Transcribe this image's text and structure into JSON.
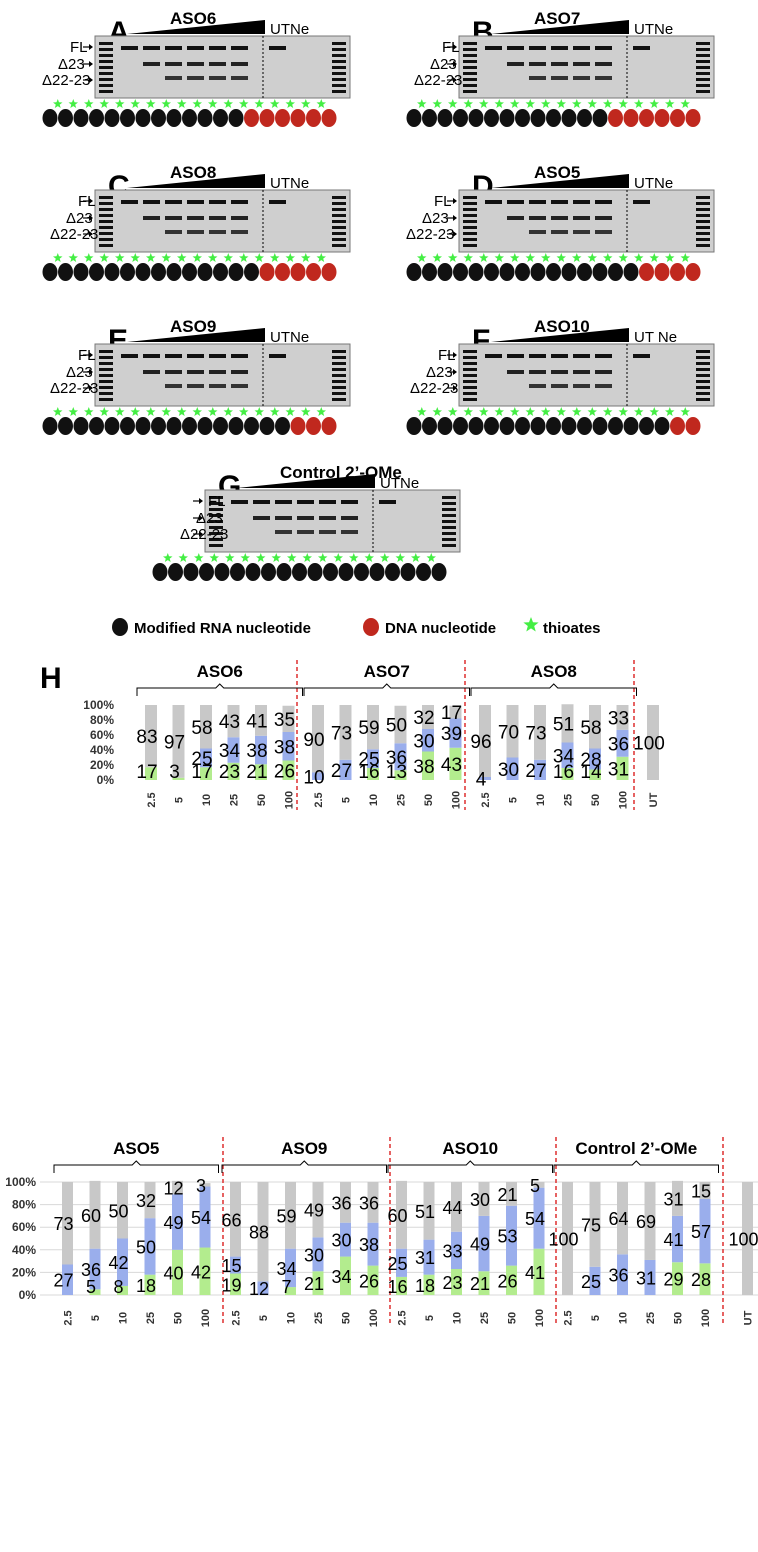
{
  "gel_panels": [
    {
      "letter": "A",
      "aso": "ASO6",
      "lane_labels": "UTNe",
      "n_dark": 13,
      "n_red": 6
    },
    {
      "letter": "B",
      "aso": "ASO7",
      "lane_labels": "UTNe",
      "n_dark": 13,
      "n_red": 6
    },
    {
      "letter": "C",
      "aso": "ASO8",
      "lane_labels": "UTNe",
      "n_dark": 14,
      "n_red": 5
    },
    {
      "letter": "D",
      "aso": "ASO5",
      "lane_labels": "UTNe",
      "n_dark": 15,
      "n_red": 4
    },
    {
      "letter": "E",
      "aso": "ASO9",
      "lane_labels": "UTNe",
      "n_dark": 16,
      "n_red": 3
    },
    {
      "letter": "F",
      "aso": "ASO10",
      "lane_labels": "UT Ne",
      "n_dark": 17,
      "n_red": 2
    },
    {
      "letter": "G",
      "aso": "Control 2’-OMe",
      "lane_labels": "UTNe",
      "n_dark": 19,
      "n_red": 0
    }
  ],
  "band_labels": {
    "fl": "FL",
    "d23": "Δ23",
    "d2223": "Δ22-23"
  },
  "legend": {
    "modified": "Modified RNA nucleotide",
    "dna": "DNA nucleotide",
    "thioates": "thioates",
    "colors": {
      "modified": "#111111",
      "dna": "#c0281e",
      "thioate": "#44ee44"
    }
  },
  "panel_h_letter": "H",
  "chart_data": [
    {
      "type": "bar",
      "stacked": true,
      "y_ticks": [
        "0%",
        "20%",
        "40%",
        "60%",
        "80%",
        "100%"
      ],
      "ylim": [
        0,
        100
      ],
      "grid": false,
      "series_colors": {
        "green": "#b3ec8e",
        "blue": "#9aaeec",
        "gray": "#c8c8c8"
      },
      "groups": [
        {
          "name": "ASO6",
          "categories": [
            "2.5",
            "5",
            "10",
            "25",
            "50",
            "100"
          ],
          "green": [
            17,
            3,
            17,
            23,
            21,
            26
          ],
          "blue": [
            0,
            0,
            25,
            34,
            38,
            38
          ],
          "gray": [
            83,
            97,
            58,
            43,
            41,
            35
          ],
          "labels_green": [
            "17",
            "3",
            "17",
            "23",
            "21",
            "26"
          ],
          "labels_blue": [
            "",
            "",
            "25",
            "34",
            "38",
            "38"
          ],
          "labels_gray": [
            "83",
            "97",
            "58",
            "43",
            "41",
            "35"
          ]
        },
        {
          "name": "ASO7",
          "categories": [
            "2.5",
            "5",
            "10",
            "25",
            "50",
            "100"
          ],
          "green": [
            0,
            0,
            16,
            13,
            38,
            43
          ],
          "blue": [
            10,
            27,
            25,
            36,
            30,
            39
          ],
          "gray": [
            90,
            73,
            59,
            50,
            32,
            17
          ],
          "labels_green": [
            "",
            "",
            "16",
            "13",
            "38",
            "43"
          ],
          "labels_blue": [
            "10",
            "27",
            "25",
            "36",
            "30",
            "39"
          ],
          "labels_gray": [
            "90",
            "73",
            "59",
            "50",
            "32",
            "17"
          ]
        },
        {
          "name": "ASO8",
          "categories": [
            "2.5",
            "5",
            "10",
            "25",
            "50",
            "100"
          ],
          "green": [
            0,
            0,
            0,
            16,
            14,
            31
          ],
          "blue": [
            4,
            30,
            27,
            34,
            28,
            36
          ],
          "gray": [
            96,
            70,
            73,
            51,
            58,
            33
          ],
          "labels_green": [
            "",
            "",
            "",
            "16",
            "14",
            "31"
          ],
          "labels_blue": [
            "4",
            "30",
            "27",
            "34",
            "28",
            "36"
          ],
          "labels_gray": [
            "96",
            "70",
            "73",
            "51",
            "58",
            "33"
          ]
        },
        {
          "name": "",
          "categories": [
            "UT"
          ],
          "green": [
            0
          ],
          "blue": [
            0
          ],
          "gray": [
            100
          ],
          "labels_green": [
            ""
          ],
          "labels_blue": [
            ""
          ],
          "labels_gray": [
            "100"
          ]
        }
      ]
    },
    {
      "type": "bar",
      "stacked": true,
      "y_ticks": [
        "0%",
        "20%",
        "40%",
        "60%",
        "80%",
        "100%"
      ],
      "ylim": [
        0,
        100
      ],
      "grid": true,
      "series_colors": {
        "green": "#b3ec8e",
        "blue": "#9aaeec",
        "gray": "#c8c8c8"
      },
      "groups": [
        {
          "name": "ASO5",
          "categories": [
            "2.5",
            "5",
            "10",
            "25",
            "50",
            "100"
          ],
          "green": [
            0,
            5,
            8,
            18,
            40,
            42
          ],
          "blue": [
            27,
            36,
            42,
            50,
            49,
            54
          ],
          "gray": [
            73,
            60,
            50,
            32,
            12,
            3
          ],
          "labels_green": [
            "",
            "5",
            "8",
            "18",
            "40",
            "42"
          ],
          "labels_blue": [
            "27",
            "36",
            "42",
            "50",
            "49",
            "54"
          ],
          "labels_gray": [
            "73",
            "60",
            "50",
            "32",
            "12",
            "3"
          ]
        },
        {
          "name": "ASO9",
          "categories": [
            "2.5",
            "5",
            "10",
            "25",
            "50",
            "100"
          ],
          "green": [
            19,
            0,
            7,
            21,
            34,
            26
          ],
          "blue": [
            15,
            12,
            34,
            30,
            30,
            38
          ],
          "gray": [
            66,
            88,
            59,
            49,
            36,
            36
          ],
          "labels_green": [
            "19",
            "",
            "7",
            "21",
            "34",
            "26"
          ],
          "labels_blue": [
            "15",
            "12",
            "34",
            "30",
            "30",
            "38"
          ],
          "labels_gray": [
            "66",
            "88",
            "59",
            "49",
            "36",
            "36"
          ]
        },
        {
          "name": "ASO10",
          "categories": [
            "2.5",
            "5",
            "10",
            "25",
            "50",
            "100"
          ],
          "green": [
            16,
            18,
            23,
            21,
            26,
            41
          ],
          "blue": [
            25,
            31,
            33,
            49,
            53,
            54
          ],
          "gray": [
            60,
            51,
            44,
            30,
            21,
            5
          ],
          "labels_green": [
            "16",
            "18",
            "23",
            "21",
            "26",
            "41"
          ],
          "labels_blue": [
            "25",
            "31",
            "33",
            "49",
            "53",
            "54"
          ],
          "labels_gray": [
            "60",
            "51",
            "44",
            "30",
            "21",
            "5"
          ]
        },
        {
          "name": "Control 2’-OMe",
          "categories": [
            "2.5",
            "5",
            "10",
            "25",
            "50",
            "100"
          ],
          "green": [
            0,
            0,
            0,
            0,
            29,
            28
          ],
          "blue": [
            0,
            25,
            36,
            31,
            41,
            57
          ],
          "gray": [
            100,
            75,
            64,
            69,
            31,
            15
          ],
          "labels_green": [
            "",
            "",
            "",
            "",
            "29",
            "28"
          ],
          "labels_blue": [
            "",
            "25",
            "36",
            "31",
            "41",
            "57"
          ],
          "labels_gray": [
            "100",
            "75",
            "64",
            "69",
            "31",
            "15"
          ]
        },
        {
          "name": "",
          "categories": [
            "UT"
          ],
          "green": [
            0
          ],
          "blue": [
            0
          ],
          "gray": [
            100
          ],
          "labels_green": [
            ""
          ],
          "labels_blue": [
            ""
          ],
          "labels_gray": [
            "100"
          ]
        }
      ]
    }
  ]
}
